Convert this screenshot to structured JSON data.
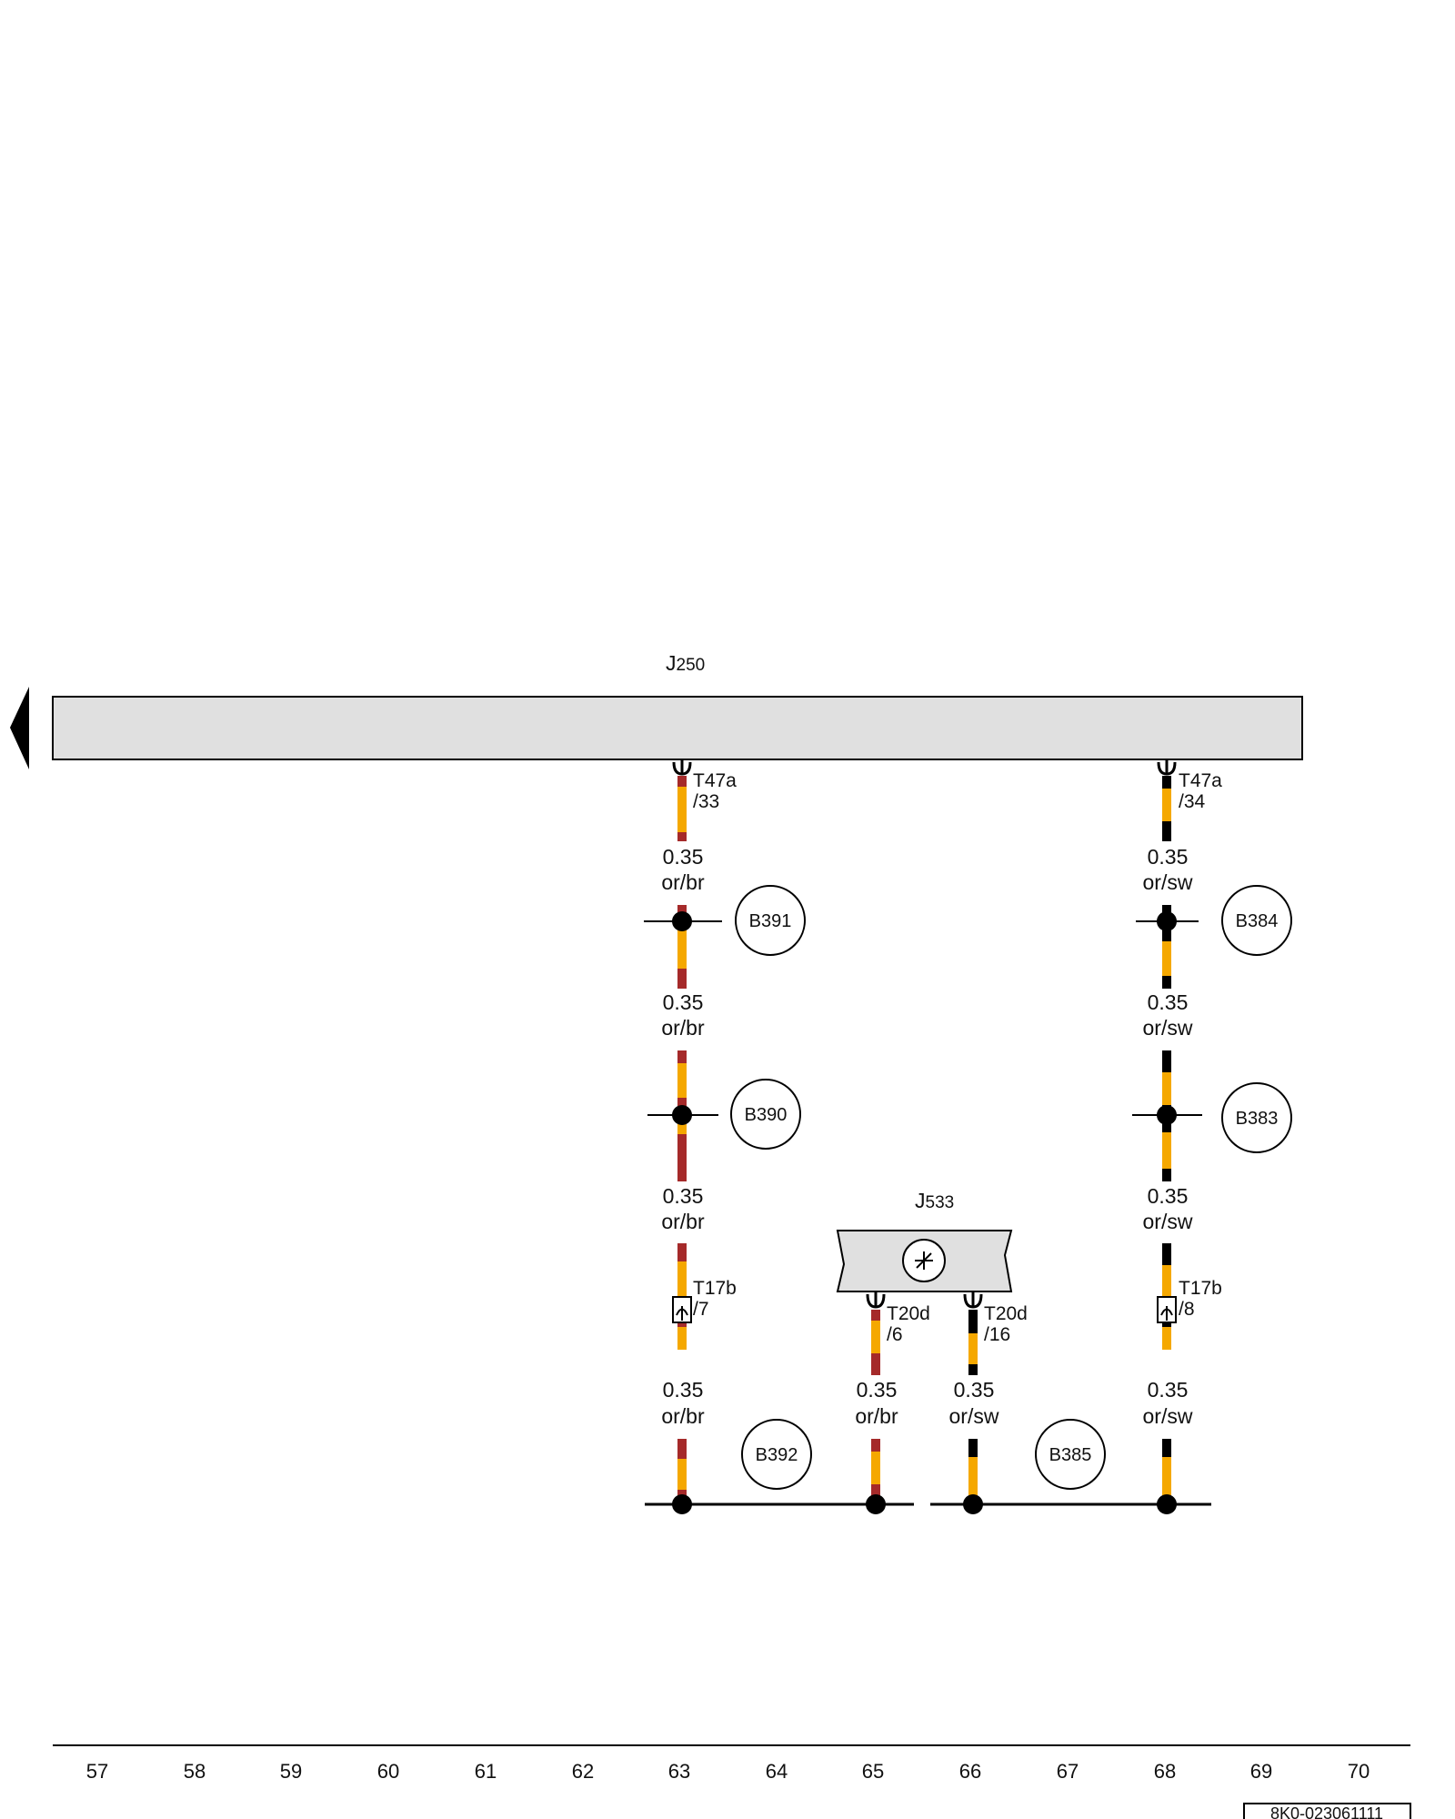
{
  "components": {
    "j250": {
      "name": "J",
      "sub": "250"
    },
    "j533": {
      "name": "J",
      "sub": "533"
    }
  },
  "connectors": [
    {
      "id": "t47a_33",
      "name": "T47a",
      "pin": "/33"
    },
    {
      "id": "t47a_34",
      "name": "T47a",
      "pin": "/34"
    },
    {
      "id": "t17b_7",
      "name": "T17b",
      "pin": "/7"
    },
    {
      "id": "t17b_8",
      "name": "T17b",
      "pin": "/8"
    },
    {
      "id": "t20d_6",
      "name": "T20d",
      "pin": "/6"
    },
    {
      "id": "t20d_16",
      "name": "T20d",
      "pin": "/16"
    }
  ],
  "wires": [
    {
      "id": "w63a",
      "size": "0.35",
      "color": "or/br"
    },
    {
      "id": "w63b",
      "size": "0.35",
      "color": "or/br"
    },
    {
      "id": "w63c",
      "size": "0.35",
      "color": "or/br"
    },
    {
      "id": "w63d",
      "size": "0.35",
      "color": "or/br"
    },
    {
      "id": "w65",
      "size": "0.35",
      "color": "or/br"
    },
    {
      "id": "w66",
      "size": "0.35",
      "color": "or/sw"
    },
    {
      "id": "w68a",
      "size": "0.35",
      "color": "or/sw"
    },
    {
      "id": "w68b",
      "size": "0.35",
      "color": "or/sw"
    },
    {
      "id": "w68c",
      "size": "0.35",
      "color": "or/sw"
    },
    {
      "id": "w68d",
      "size": "0.35",
      "color": "or/sw"
    }
  ],
  "splices": [
    "B391",
    "B390",
    "B392",
    "B384",
    "B383",
    "B385"
  ],
  "column_numbers": [
    "57",
    "58",
    "59",
    "60",
    "61",
    "62",
    "63",
    "64",
    "65",
    "66",
    "67",
    "68",
    "69",
    "70"
  ],
  "reference": "8K0-023061111",
  "colors": {
    "orange": "#f5a800",
    "brown": "#a52a2a",
    "black": "#000000",
    "box_fill": "#e0e0e0"
  }
}
